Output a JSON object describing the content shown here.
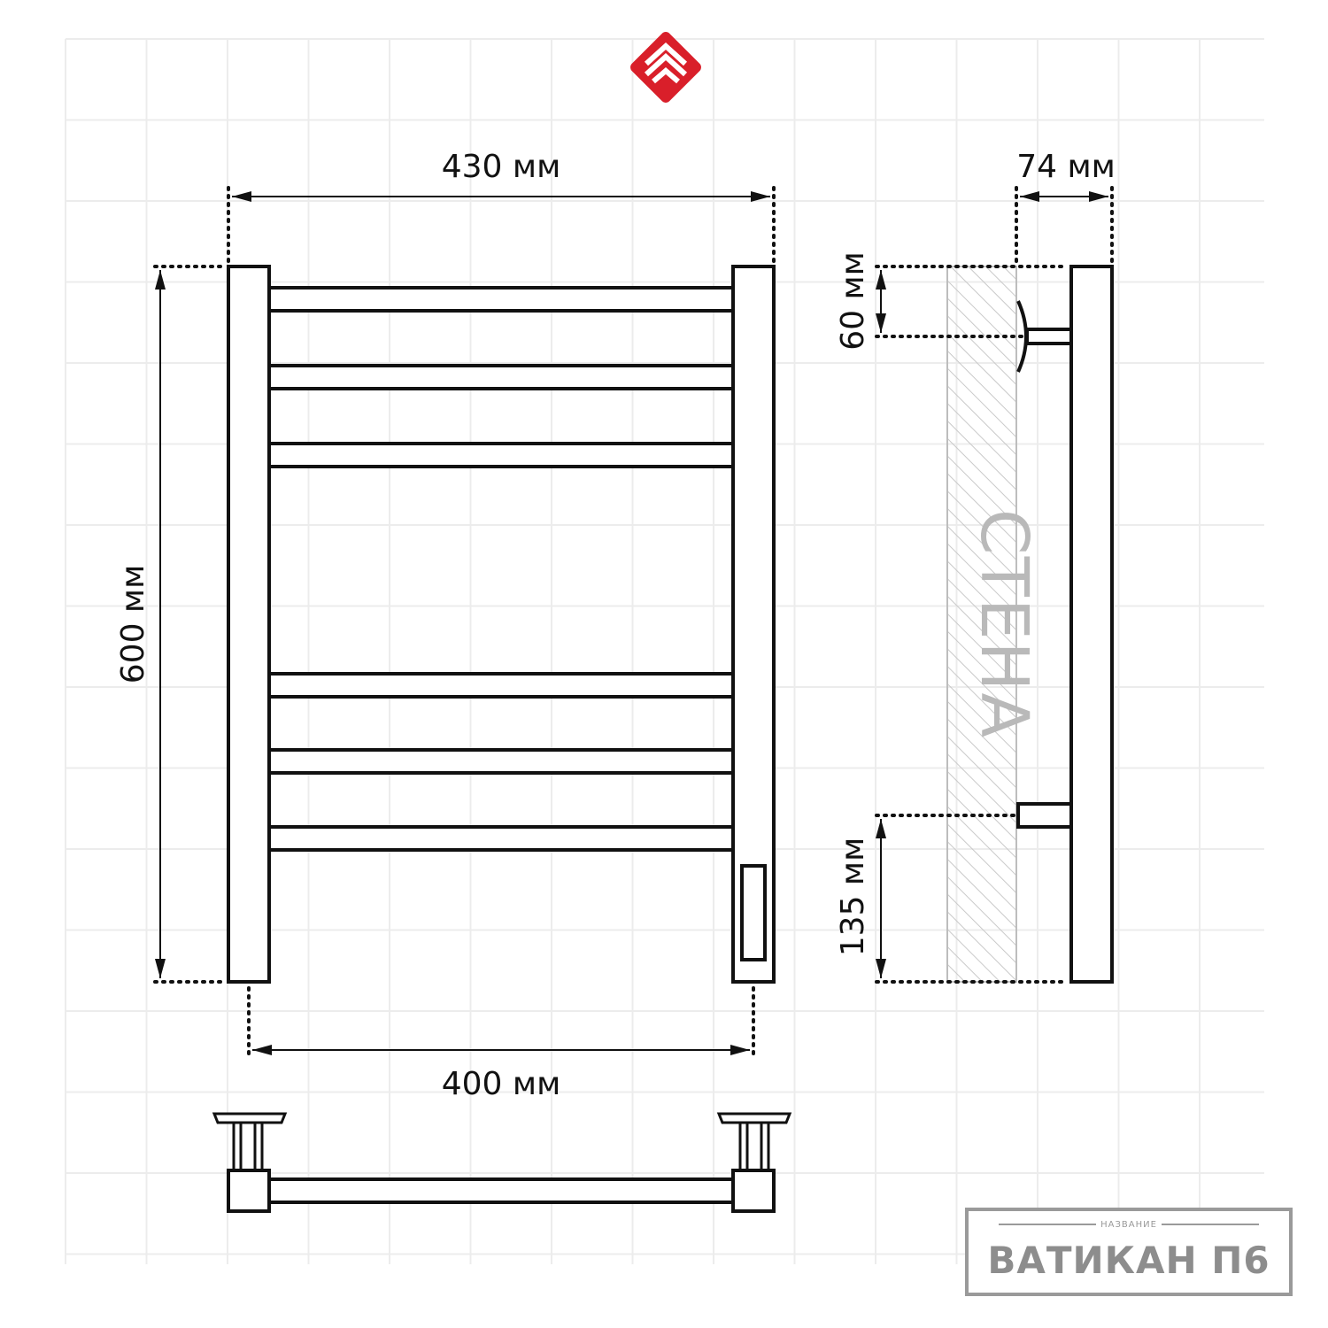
{
  "drawing": {
    "dimensions": {
      "width_total": "430 мм",
      "height_total": "600 мм",
      "axis_distance": "400 мм",
      "depth": "74 мм",
      "top_offset": "60 мм",
      "bottom_offset": "135 мм"
    },
    "wall_label": "СТЕНА",
    "title_block": {
      "caption": "НАЗВАНИЕ",
      "model_name": "ВАТИКАН П6"
    }
  },
  "colors": {
    "line": "#111111",
    "grid": "#ececec",
    "brand_red": "#d91f2a",
    "wall_hatch": "#c9c9c9",
    "frame_gray": "#9a9a9a"
  },
  "icons": {
    "logo": "brand-logo-icon"
  }
}
